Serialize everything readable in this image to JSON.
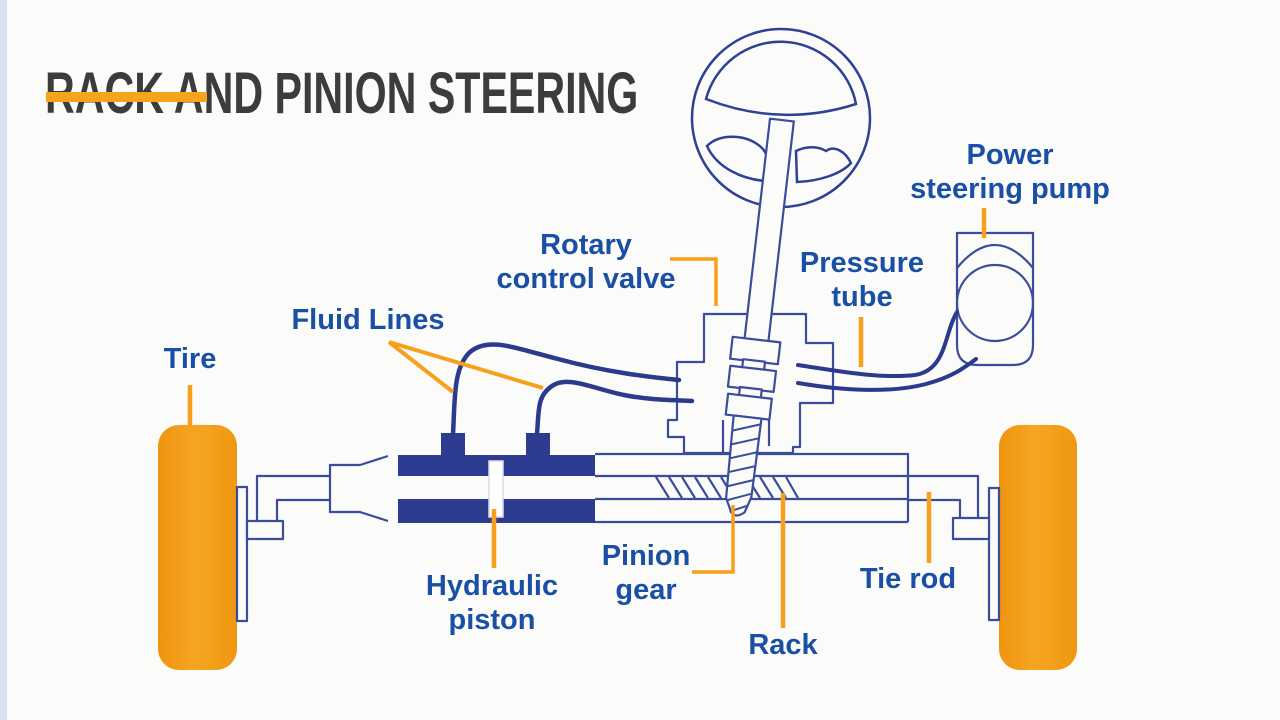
{
  "title": {
    "text": "RACK AND PINION STEERING"
  },
  "diagram": {
    "labels": {
      "tire": "Tire",
      "fluid_lines": "Fluid Lines",
      "rotary_control_valve": "Rotary\ncontrol valve",
      "pressure_tube": "Pressure\ntube",
      "power_steering_pump": "Power\nsteering pump",
      "hydraulic_piston": "Hydraulic\npiston",
      "pinion_gear": "Pinion\ngear",
      "rack": "Rack",
      "tie_rod": "Tie rod"
    },
    "colors": {
      "label_text": "#1A4FA6",
      "line_art_blue": "#3A4D9B",
      "heavy_line_blue": "#2B3A8C",
      "navy_fill": "#2D3C90",
      "leader_orange": "#F7A01B",
      "tire_orange": "#F5A01E",
      "title_text": "#3C3C3E",
      "title_underline": "#F6A41C",
      "background": "#FBFBFA",
      "left_edge_strip": "#D9E1F4"
    }
  }
}
